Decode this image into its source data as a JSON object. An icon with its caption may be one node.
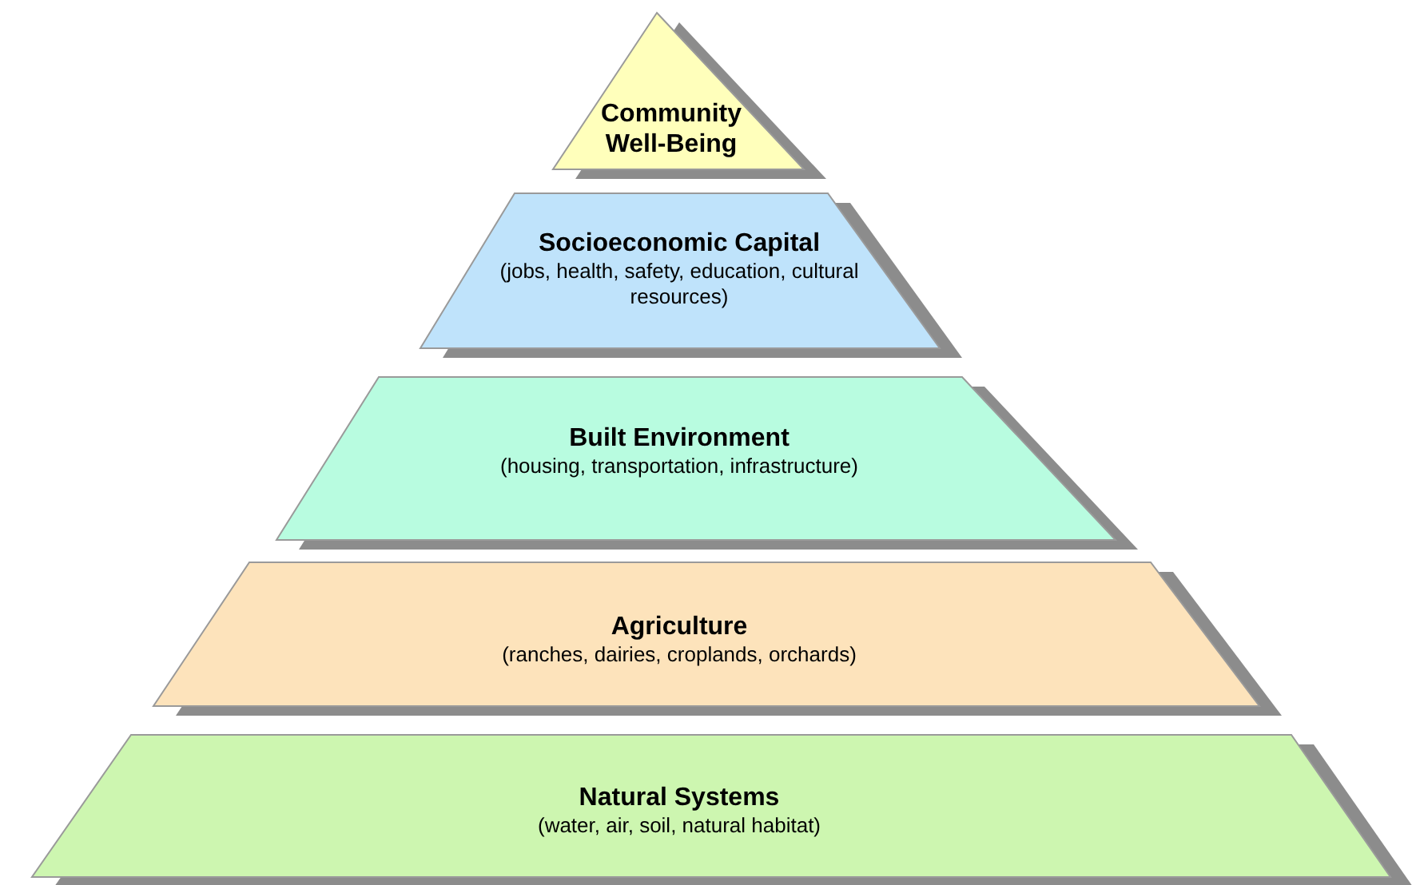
{
  "diagram": {
    "nodes": [
      {
        "text": [
          "Community Well-Being"
        ]
      },
      {
        "text": [
          "Socioeconomic Capital",
          "(jobs, health, safety, education, cultural resources)"
        ]
      },
      {
        "text": [
          "Built Environment",
          "(housing, transportation, infrastructure)"
        ]
      },
      {
        "text": [
          "Agriculture",
          "(ranches, dairies, croplands, orchards)"
        ]
      },
      {
        "text": [
          "Natural Systems",
          "(water, air, soil, natural habitat)"
        ]
      }
    ]
  }
}
